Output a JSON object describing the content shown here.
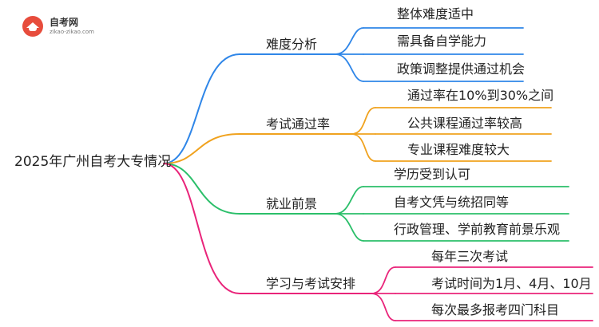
{
  "logo": {
    "title": "自考网",
    "url": "zikao-zikao.com"
  },
  "root": "2025年广州自考大专情况",
  "branches": [
    {
      "label": "难度分析",
      "color": "#2f86e8",
      "leaves": [
        "整体难度适中",
        "需具备自学能力",
        "政策调整提供通过机会"
      ]
    },
    {
      "label": "考试通过率",
      "color": "#f0a21e",
      "leaves": [
        "通过率在10%到30%之间",
        "公共课程通过率较高",
        "专业课程难度较大"
      ]
    },
    {
      "label": "就业前景",
      "color": "#2bbf6a",
      "leaves": [
        "学历受到认可",
        "自考文凭与统招同等",
        "行政管理、学前教育前景乐观"
      ]
    },
    {
      "label": "学习与考试安排",
      "color": "#e9247a",
      "leaves": [
        "每年三次考试",
        "考试时间为1月、4月、10月",
        "每次最多报考四门科目"
      ]
    }
  ]
}
